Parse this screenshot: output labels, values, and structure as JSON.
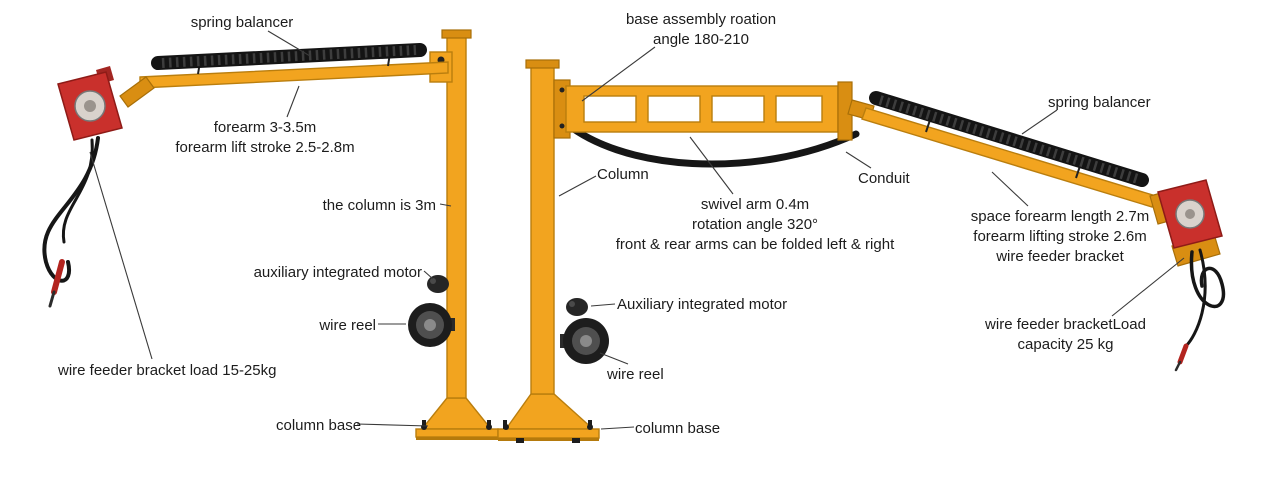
{
  "diagram_type": "welding jib crane annotated diagram (two crane variants)",
  "colors": {
    "crane_orange": "#F2A41F",
    "crane_orange_dark": "#D98E12",
    "crane_outline": "#BA7E0E",
    "balancer_black": "#1d1d1d",
    "feeder_red": "#C9302C",
    "leader_line": "#3a3a3a",
    "text": "#1c1c1c",
    "background": "#ffffff"
  },
  "labels": {
    "left_spring_balancer": "spring balancer",
    "left_forearm_l1": "forearm 3-3.5m",
    "left_forearm_l2": "forearm lift stroke 2.5-2.8m",
    "left_column": "the column is 3m",
    "left_motor": "auxiliary integrated motor",
    "left_wire_reel": "wire reel",
    "left_feeder_load": "wire feeder bracket load 15-25kg",
    "left_column_base": "column base",
    "right_base_rotation_l1": "base assembly roation",
    "right_base_rotation_l2": "angle 180-210",
    "right_column": "Column",
    "right_swivel_l1": "swivel arm 0.4m",
    "right_swivel_l2": "rotation angle 320°",
    "right_swivel_l3": "front & rear arms can be folded left & right",
    "right_conduit": "Conduit",
    "right_spring_balancer": "spring balancer",
    "right_forearm_l1": "space forearm length 2.7m",
    "right_forearm_l2": "forearm lifting stroke 2.6m",
    "right_forearm_l3": "wire feeder bracket",
    "right_motor": "Auxiliary integrated motor",
    "right_wire_reel": "wire reel",
    "right_feeder_load_l1": "wire feeder bracketLoad",
    "right_feeder_load_l2": "capacity 25 kg",
    "right_column_base": "column base"
  }
}
